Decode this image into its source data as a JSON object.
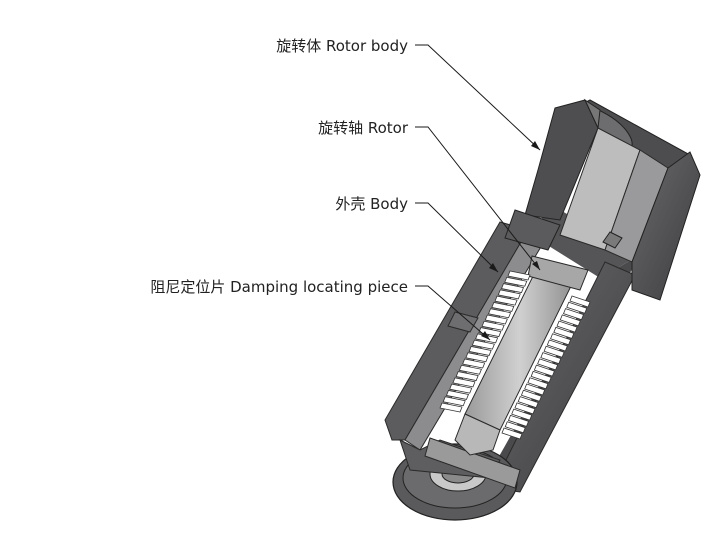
{
  "labels": {
    "rotor_body": "旋转体 Rotor body",
    "rotor": "旋转轴 Rotor",
    "body": "外壳 Body",
    "damping_piece": "阻尼定位片 Damping locating piece"
  },
  "colors": {
    "shell_dark": "#4a4a4c",
    "shell_mid": "#5e5e60",
    "shell_light": "#78787a",
    "cut_face": "#8f8f91",
    "rotor_light": "#bdbdbd",
    "rotor_mid": "#a2a2a2",
    "spring_white": "#ffffff",
    "leader": "#1a1a1a",
    "background": "#ffffff"
  },
  "icons": {
    "illustration": "damper-cutaway-illustration"
  }
}
